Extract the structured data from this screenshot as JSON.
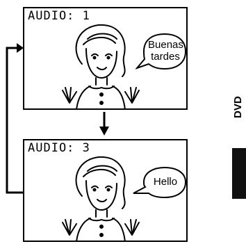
{
  "screens": [
    {
      "osd": "AUDIO: 1",
      "speech": [
        "Buenas",
        "tardes"
      ]
    },
    {
      "osd": "AUDIO: 3",
      "speech": [
        "Hello"
      ]
    }
  ],
  "side_label": "DVD",
  "icons": {
    "flow_arrows": "loop-arrow-icon",
    "character": "woman-figure-icon"
  }
}
